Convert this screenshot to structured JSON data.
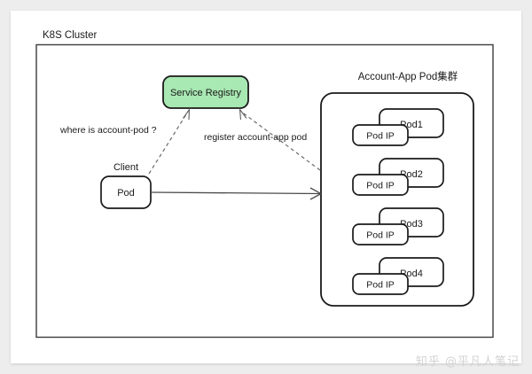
{
  "diagram": {
    "cluster_label": "K8S Cluster",
    "group_label": "Account-App Pod集群",
    "registry": {
      "label": "Service Registry",
      "fill": "#a8e8b2",
      "stroke": "#1a1a1a"
    },
    "client": {
      "caption": "Client",
      "label": "Pod"
    },
    "edges": {
      "query_label": "where is account-pod  ?",
      "register_label": "register account-app pod"
    },
    "pods": [
      {
        "name": "Pod1",
        "ip_label": "Pod IP"
      },
      {
        "name": "Pod2",
        "ip_label": "Pod IP"
      },
      {
        "name": "Pod3",
        "ip_label": "Pod IP"
      },
      {
        "name": "Pod4",
        "ip_label": "Pod IP"
      }
    ]
  },
  "watermark": {
    "text": "知乎 @平凡人笔记"
  }
}
